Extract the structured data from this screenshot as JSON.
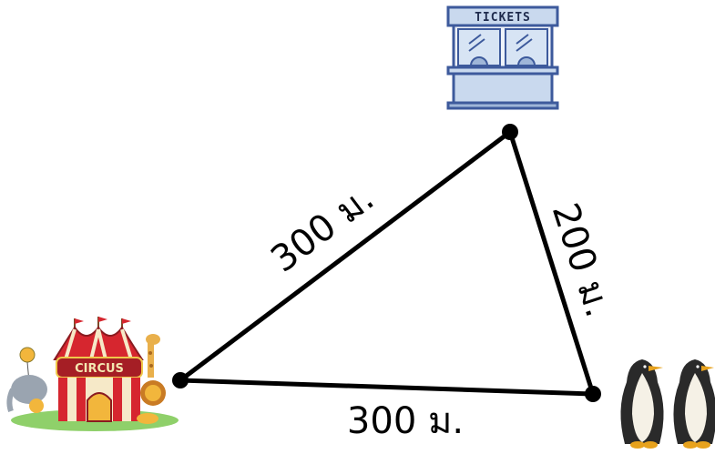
{
  "labels": {
    "tickets_sign": "TICKETS",
    "circus_sign": "CIRCUS"
  },
  "distances": {
    "circus_to_tickets": "300 ม.",
    "tickets_to_penguins": "200 ม.",
    "circus_to_penguins": "300 ม."
  },
  "icons": {
    "booth": "ticket-booth-icon",
    "circus": "circus-tent-icon",
    "penguins": "penguin-pair-icon"
  },
  "colors": {
    "line": "#000000",
    "booth_frame": "#3d5a9c",
    "booth_fill": "#c9d9ee",
    "tent_red": "#d6262f",
    "penguin_body": "#2a2a2a"
  }
}
